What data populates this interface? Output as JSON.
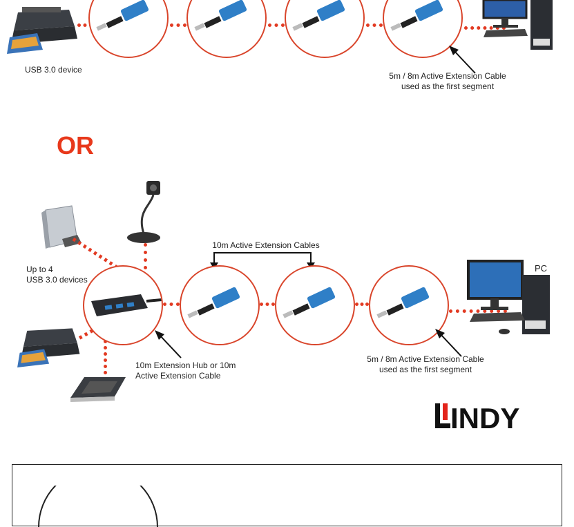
{
  "top": {
    "device_label": "USB 3.0 device",
    "cable_label_line1": "5m / 8m Active Extension Cable",
    "cable_label_line2": "used as the first segment"
  },
  "or_text": "OR",
  "bottom": {
    "devices_label_line1": "Up to 4",
    "devices_label_line2": "USB 3.0 devices",
    "cables_label": "10m Active Extension Cables",
    "pc_label": "PC",
    "hub_label_line1": "10m Extension Hub or 10m",
    "hub_label_line2": "Active Extension Cable",
    "cable_label_line1": "5m / 8m Active Extension Cable",
    "cable_label_line2": "used as the first segment"
  },
  "logo": "LINDY",
  "colors": {
    "accent": "#e23a22",
    "cable_blue": "#2f7fc7",
    "logo_red": "#e3241b"
  }
}
